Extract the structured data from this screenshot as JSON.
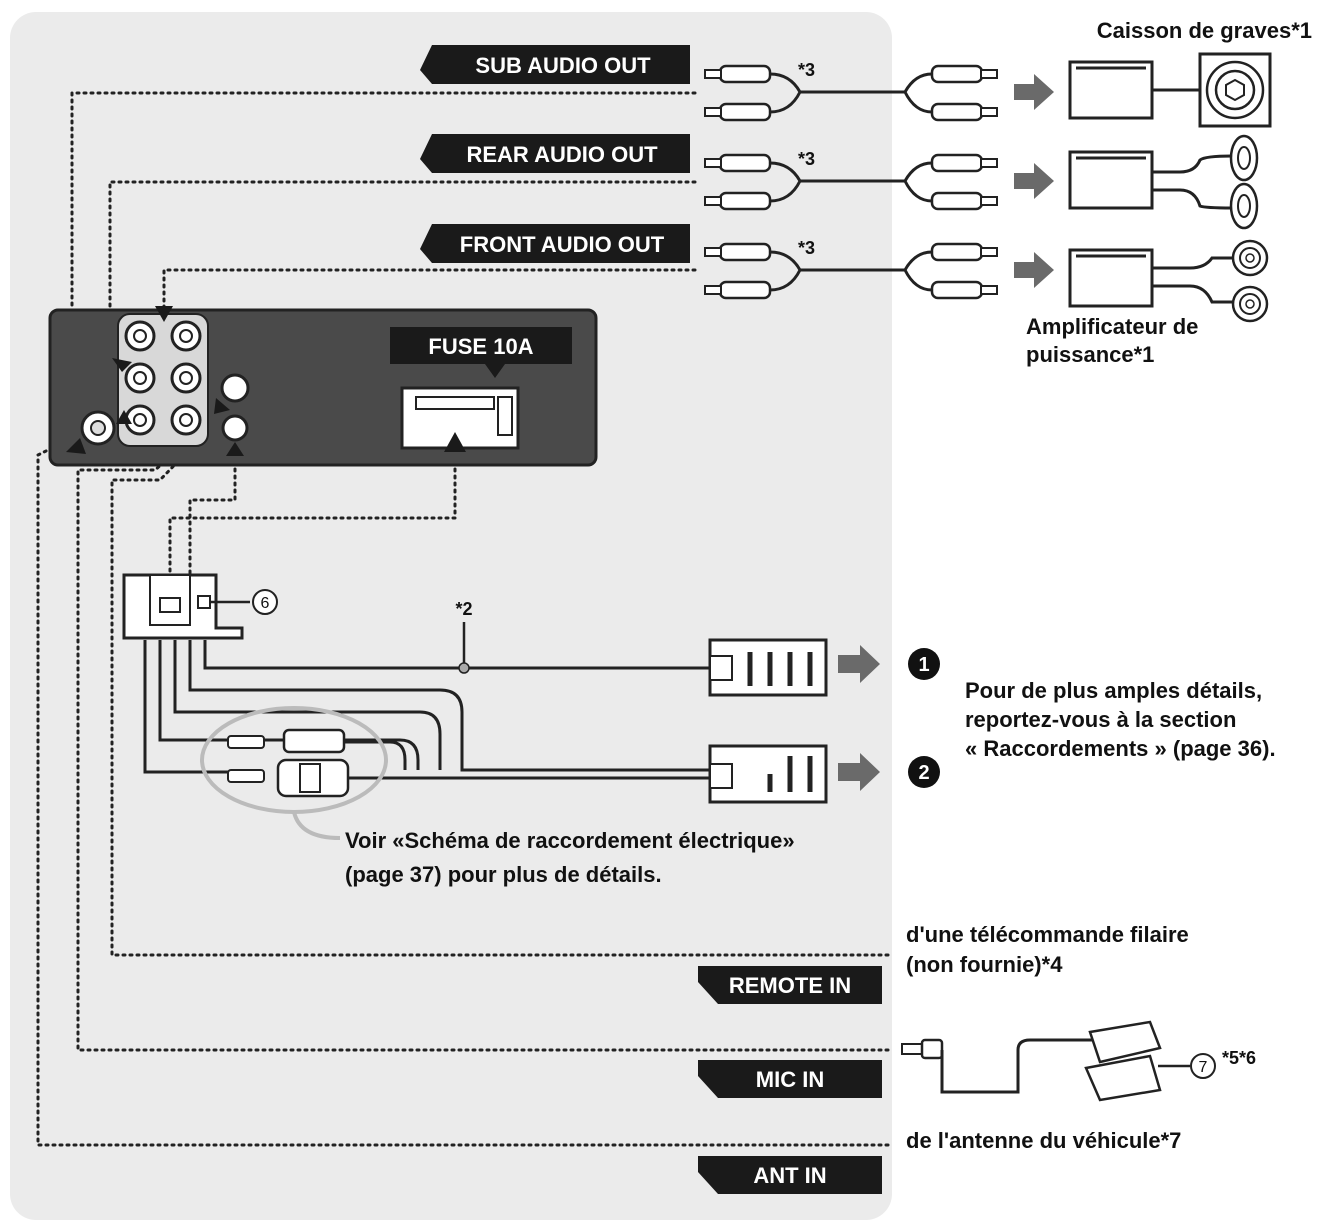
{
  "labels": {
    "sub_audio_out": "SUB AUDIO OUT",
    "rear_audio_out": "REAR AUDIO OUT",
    "front_audio_out": "FRONT AUDIO OUT",
    "fuse": "FUSE 10A",
    "remote_in": "REMOTE IN",
    "mic_in": "MIC IN",
    "ant_in": "ANT IN"
  },
  "notes": {
    "subwoofer": "Caisson de graves*1",
    "amp_line1": "Amplificateur de",
    "amp_line2": "puissance*1",
    "star3": "*3",
    "star2": "*2",
    "connections_line1": "Pour de plus amples détails,",
    "connections_line2": "reportez-vous à la section",
    "connections_line3": "« Raccordements » (page 36).",
    "wiring_line1": "Voir «Schéma de raccordement électrique»",
    "wiring_line2": "(page 37) pour plus de détails.",
    "remote_line1": "d'une télécommande filaire",
    "remote_line2": "(non fournie)*4",
    "mic_note": "*5*6",
    "antenna": "de l'antenne du véhicule*7"
  },
  "markers": {
    "harness": "6",
    "mic": "7",
    "conn1": "1",
    "conn2": "2"
  },
  "colors": {
    "panel": "#ebebeb",
    "label_bg": "#1a1a1a",
    "arrow": "#6a6a6a"
  }
}
